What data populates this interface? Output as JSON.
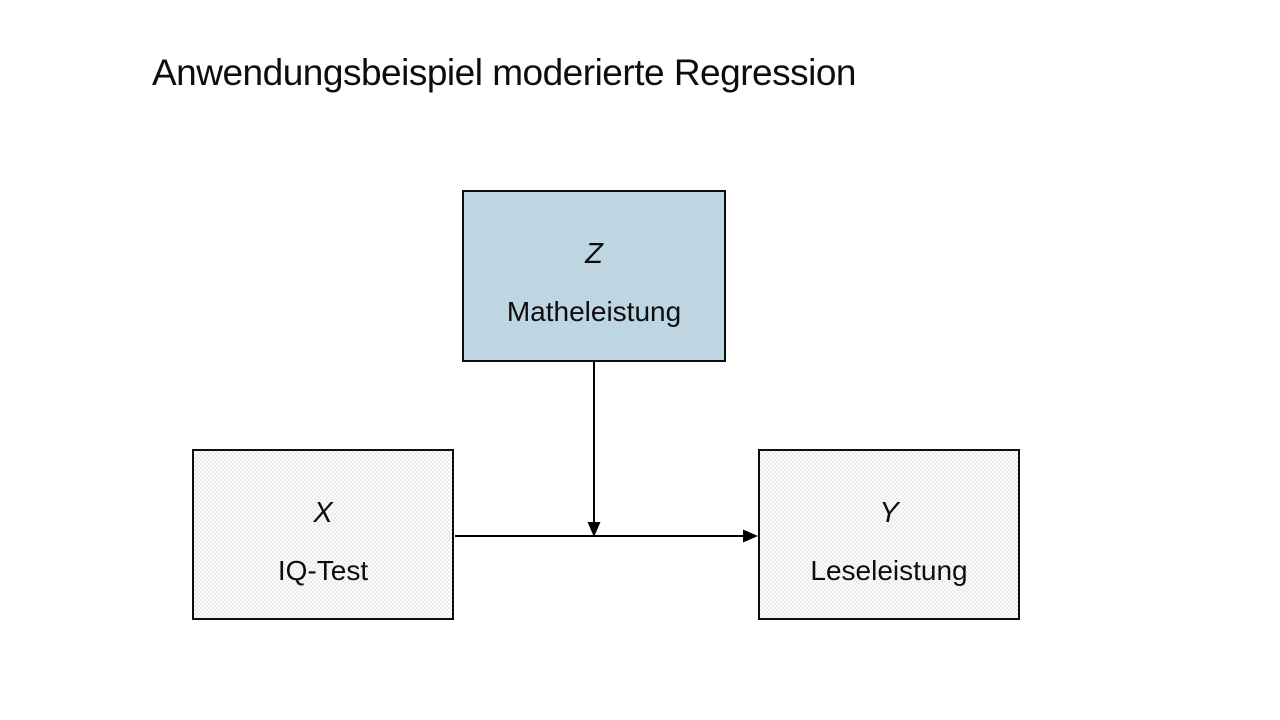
{
  "slide": {
    "title": "Anwendungsbeispiel moderierte Regression",
    "diagram": {
      "moderator": {
        "symbol": "Z",
        "label": "Matheleistung"
      },
      "predictor": {
        "symbol": "X",
        "label": "IQ-Test"
      },
      "outcome": {
        "symbol": "Y",
        "label": "Leseleistung"
      }
    }
  },
  "colors": {
    "background": "#ffffff",
    "text": "#0d0d0d",
    "box_border": "#0d0d0d",
    "moderator_fill": "#bdd6e1",
    "arrow": "#000000"
  }
}
